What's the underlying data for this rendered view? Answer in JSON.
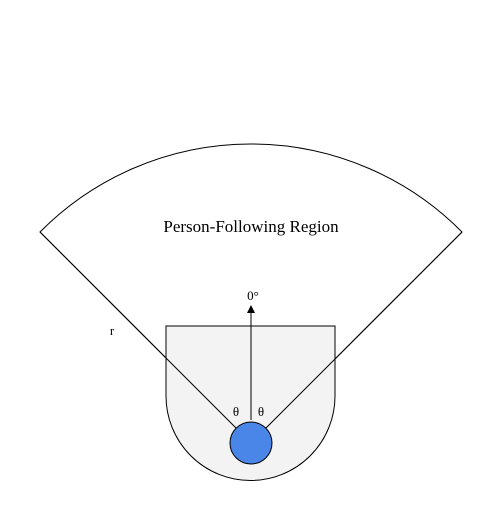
{
  "region_label": "Person-Following Region",
  "heading_label": "0°",
  "radius_label": "r",
  "angle_label_left": "θ",
  "angle_label_right": "θ",
  "colors": {
    "robot_fill": "#4a86e8",
    "base_fill": "#f3f3f3",
    "stroke": "#000000"
  }
}
